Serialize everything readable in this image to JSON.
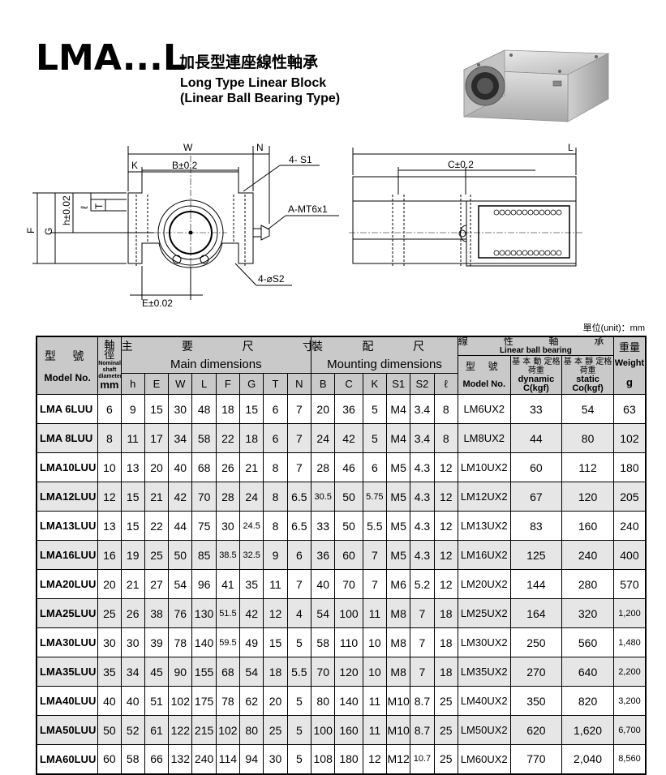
{
  "header": {
    "model": "LMA...L",
    "title_cn": "加長型連座線性軸承",
    "title_en_1": "Long Type Linear Block",
    "title_en_2": "(Linear Ball Bearing Type)"
  },
  "drawing_labels": {
    "W": "W",
    "N": "N",
    "K": "K",
    "B": "B±0.2",
    "S1": "4- S1",
    "T": "T",
    "l": "ℓ",
    "h": "h±0.02",
    "G": "G",
    "F": "F",
    "MT": "A-MT6x1",
    "S2": "4-⌀S2",
    "E": "E±0.02",
    "L": "L",
    "C": "C±0.2"
  },
  "unit_label": "單位(unit)：mm",
  "table": {
    "head": {
      "model_cn": "型 號",
      "model_en": "Model No.",
      "shaft_cn_1": "軸",
      "shaft_cn_2": "徑",
      "shaft_en_1": "Nominal",
      "shaft_en_2": "shaft",
      "shaft_en_3": "diameter",
      "shaft_unit": "mm",
      "main_cn": "主 要 尺 寸",
      "main_en": "Main dimensions",
      "mount_cn": "裝 配 尺 寸",
      "mount_en": "Mounting dimensions",
      "bearing_cn": "線 性 軸 承",
      "bearing_en": "Linear ball bearing",
      "bearing_model_cn": "型 號",
      "bearing_model_en": "Model No.",
      "dyn_cn": "基 本 動 定格荷重",
      "dyn_en": "dynamic",
      "dyn_unit": "C(kgf)",
      "sta_cn": "基 本 靜 定格荷重",
      "sta_en": "static",
      "sta_unit": "Co(kgf)",
      "weight_cn": "重量",
      "weight_en": "Weight",
      "weight_unit": "g",
      "main_cols": [
        "h",
        "E",
        "W",
        "L",
        "F",
        "G",
        "T",
        "N"
      ],
      "mount_cols": [
        "B",
        "C",
        "K",
        "S1",
        "S2",
        "ℓ"
      ]
    },
    "rows": [
      [
        "LMA 6LUU",
        "6",
        "9",
        "15",
        "30",
        "48",
        "18",
        "15",
        "6",
        "7",
        "20",
        "36",
        "5",
        "M4",
        "3.4",
        "8",
        "LM6UX2",
        "33",
        "54",
        "63"
      ],
      [
        "LMA 8LUU",
        "8",
        "11",
        "17",
        "34",
        "58",
        "22",
        "18",
        "6",
        "7",
        "24",
        "42",
        "5",
        "M4",
        "3.4",
        "8",
        "LM8UX2",
        "44",
        "80",
        "102"
      ],
      [
        "LMA10LUU",
        "10",
        "13",
        "20",
        "40",
        "68",
        "26",
        "21",
        "8",
        "7",
        "28",
        "46",
        "6",
        "M5",
        "4.3",
        "12",
        "LM10UX2",
        "60",
        "112",
        "180"
      ],
      [
        "LMA12LUU",
        "12",
        "15",
        "21",
        "42",
        "70",
        "28",
        "24",
        "8",
        "6.5",
        "30.5",
        "50",
        "5.75",
        "M5",
        "4.3",
        "12",
        "LM12UX2",
        "67",
        "120",
        "205"
      ],
      [
        "LMA13LUU",
        "13",
        "15",
        "22",
        "44",
        "75",
        "30",
        "24.5",
        "8",
        "6.5",
        "33",
        "50",
        "5.5",
        "M5",
        "4.3",
        "12",
        "LM13UX2",
        "83",
        "160",
        "240"
      ],
      [
        "LMA16LUU",
        "16",
        "19",
        "25",
        "50",
        "85",
        "38.5",
        "32.5",
        "9",
        "6",
        "36",
        "60",
        "7",
        "M5",
        "4.3",
        "12",
        "LM16UX2",
        "125",
        "240",
        "400"
      ],
      [
        "LMA20LUU",
        "20",
        "21",
        "27",
        "54",
        "96",
        "41",
        "35",
        "11",
        "7",
        "40",
        "70",
        "7",
        "M6",
        "5.2",
        "12",
        "LM20UX2",
        "144",
        "280",
        "570"
      ],
      [
        "LMA25LUU",
        "25",
        "26",
        "38",
        "76",
        "130",
        "51.5",
        "42",
        "12",
        "4",
        "54",
        "100",
        "11",
        "M8",
        "7",
        "18",
        "LM25UX2",
        "164",
        "320",
        "1,200"
      ],
      [
        "LMA30LUU",
        "30",
        "30",
        "39",
        "78",
        "140",
        "59.5",
        "49",
        "15",
        "5",
        "58",
        "110",
        "10",
        "M8",
        "7",
        "18",
        "LM30UX2",
        "250",
        "560",
        "1,480"
      ],
      [
        "LMA35LUU",
        "35",
        "34",
        "45",
        "90",
        "155",
        "68",
        "54",
        "18",
        "5.5",
        "70",
        "120",
        "10",
        "M8",
        "7",
        "18",
        "LM35UX2",
        "270",
        "640",
        "2,200"
      ],
      [
        "LMA40LUU",
        "40",
        "40",
        "51",
        "102",
        "175",
        "78",
        "62",
        "20",
        "5",
        "80",
        "140",
        "11",
        "M10",
        "8.7",
        "25",
        "LM40UX2",
        "350",
        "820",
        "3,200"
      ],
      [
        "LMA50LUU",
        "50",
        "52",
        "61",
        "122",
        "215",
        "102",
        "80",
        "25",
        "5",
        "100",
        "160",
        "11",
        "M10",
        "8.7",
        "25",
        "LM50UX2",
        "620",
        "1,620",
        "6,700"
      ],
      [
        "LMA60LUU",
        "60",
        "58",
        "66",
        "132",
        "240",
        "114",
        "94",
        "30",
        "5",
        "108",
        "180",
        "12",
        "M12",
        "10.7",
        "25",
        "LM60UX2",
        "770",
        "2,040",
        "8,560"
      ]
    ]
  }
}
